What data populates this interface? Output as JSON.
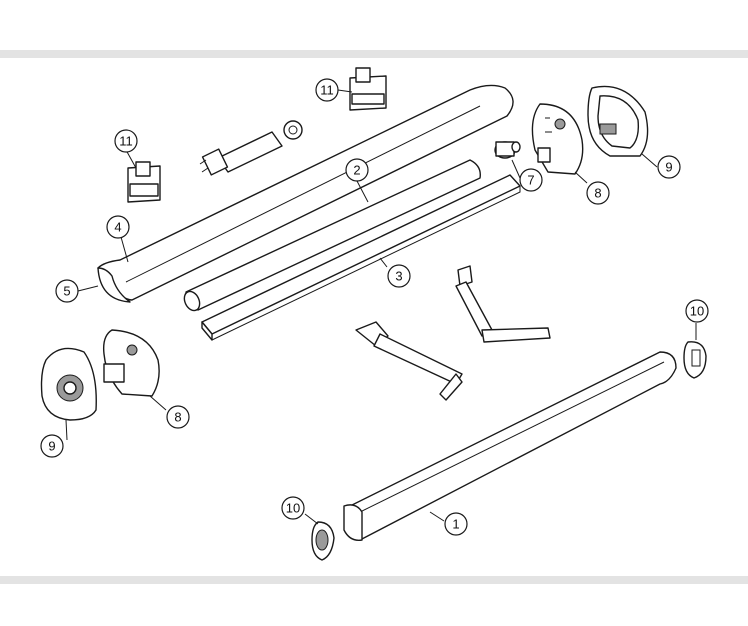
{
  "callouts": [
    {
      "id": "c1",
      "label": "1"
    },
    {
      "id": "c2",
      "label": "2"
    },
    {
      "id": "c3",
      "label": "3"
    },
    {
      "id": "c4",
      "label": "4"
    },
    {
      "id": "c5",
      "label": "5"
    },
    {
      "id": "c7",
      "label": "7"
    },
    {
      "id": "c8a",
      "label": "8"
    },
    {
      "id": "c8b",
      "label": "8"
    },
    {
      "id": "c9a",
      "label": "9"
    },
    {
      "id": "c9b",
      "label": "9"
    },
    {
      "id": "c10a",
      "label": "10"
    },
    {
      "id": "c10b",
      "label": "10"
    },
    {
      "id": "c11a",
      "label": "11"
    },
    {
      "id": "c11b",
      "label": "11"
    }
  ],
  "colors": {
    "line": "#1a1a1a",
    "band": "#e3e3e3",
    "background": "#ffffff"
  }
}
